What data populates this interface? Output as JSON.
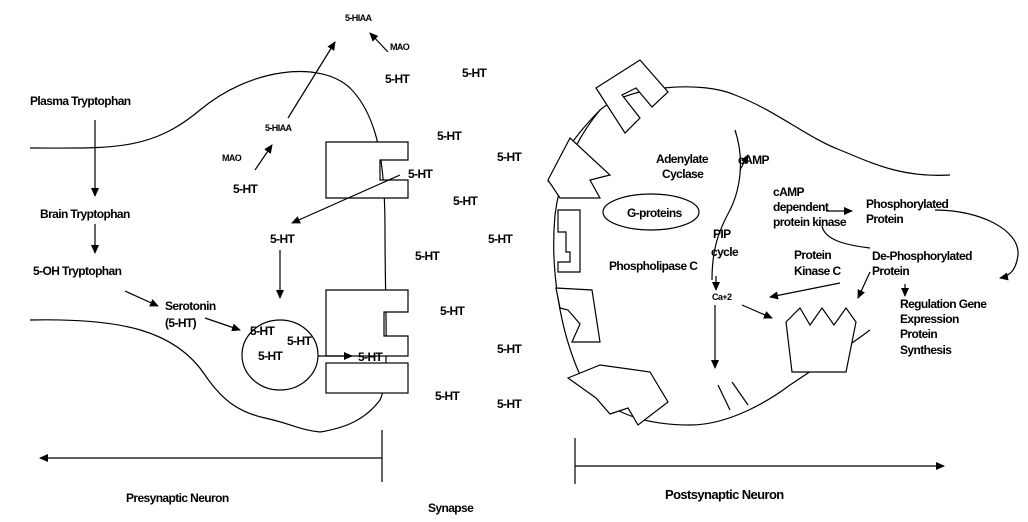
{
  "presynaptic": {
    "plasma_tryptophan": "Plasma Tryptophan",
    "brain_tryptophan": "Brain Tryptophan",
    "oh_tryptophan": "5-OH Tryptophan",
    "serotonin": [
      "Serotonin",
      "(5-HT)"
    ],
    "mao": "MAO",
    "hiaa": "5-HIAA",
    "ht": "5-HT"
  },
  "postsynaptic": {
    "adenylate_cyclase": [
      "Adenylate",
      "Cyclase"
    ],
    "camp": "cAMP",
    "camp_kinase": [
      "cAMP",
      "dependent",
      "protein kinase"
    ],
    "phosphorylated_protein": [
      "Phosphorylated",
      "Protein"
    ],
    "g_proteins": "G-proteins",
    "pip_cycle": [
      "PIP",
      "cycle"
    ],
    "phospholipase_c": "Phospholipase C",
    "protein_kinase_c": [
      "Protein",
      "Kinase C"
    ],
    "dephosphorylated_protein": [
      "De-Phosphorylated",
      "Protein"
    ],
    "calcium": "Ca+2",
    "regulation": [
      "Regulation Gene",
      "Expression",
      "Protein",
      "Synthesis"
    ]
  },
  "footer": {
    "presynaptic_label": "Presynaptic Neuron",
    "synapse_label": "Synapse",
    "postsynaptic_label": "Postsynaptic Neuron"
  }
}
